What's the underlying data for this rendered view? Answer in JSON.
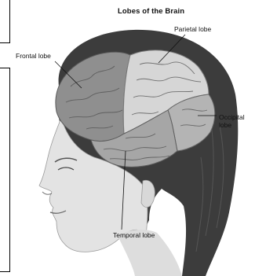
{
  "title": "Lobes of the Brain",
  "labels": {
    "frontal": "Frontal lobe",
    "parietal": "Parietal lobe",
    "occipital_line1": "Occipital",
    "occipital_line2": "lobe",
    "temporal": "Temporal lobe"
  },
  "colors": {
    "frontal": "#8f8f8f",
    "parietal": "#d6d6d6",
    "occipital": "#b4b4b4",
    "temporal": "#a6a6a6",
    "hair": "#3c3c3c",
    "skin": "#e3e3e3"
  }
}
